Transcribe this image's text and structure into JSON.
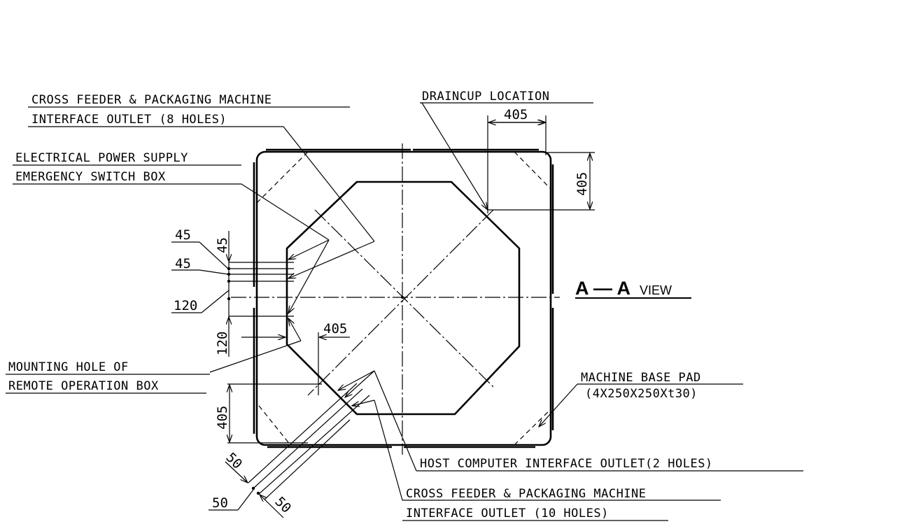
{
  "view_title": {
    "main": "A — A",
    "suffix": "VIEW"
  },
  "labels": {
    "cross_feeder_8_line1": "CROSS FEEDER & PACKAGING MACHINE",
    "cross_feeder_8_line2": "INTERFACE OUTLET (8 HOLES)",
    "power_supply_line1": "ELECTRICAL POWER SUPPLY",
    "power_supply_line2": "EMERGENCY SWITCH BOX",
    "draincup": "DRAINCUP LOCATION",
    "mounting_line1": "MOUNTING HOLE OF",
    "mounting_line2": "REMOTE OPERATION BOX",
    "base_pad_line1": "MACHINE BASE PAD",
    "base_pad_line2": "(4X250X250Xt30)",
    "host_computer": "HOST COMPUTER INTERFACE OUTLET(2 HOLES)",
    "cross_feeder_10_line1": "CROSS FEEDER & PACKAGING MACHINE",
    "cross_feeder_10_line2": "INTERFACE OUTLET (10 HOLES)"
  },
  "dimensions": {
    "top_405": "405",
    "right_405": "405",
    "left_45_a": "45",
    "left_45_b": "45",
    "left_45_vertical": "45",
    "left_120": "120",
    "left_120_vertical": "120",
    "mid_405": "405",
    "bottom_405_vertical": "405",
    "bottom_50_a": "50",
    "bottom_50_b": "50",
    "bottom_50_c": "50"
  }
}
